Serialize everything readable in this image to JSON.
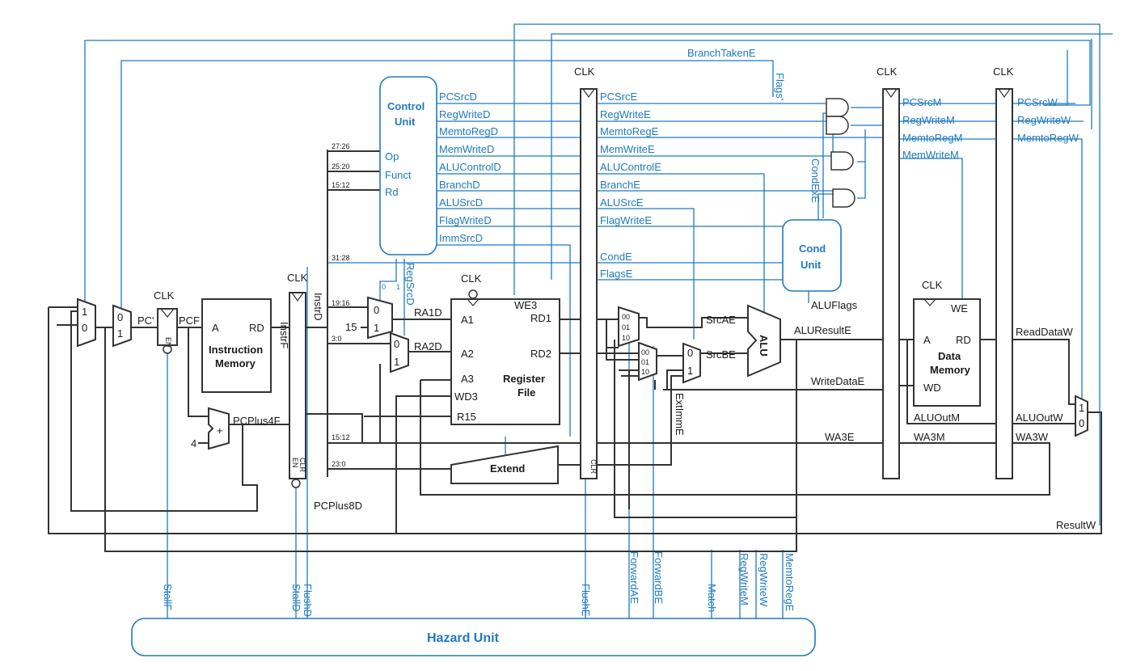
{
  "title": "",
  "clk": "CLK",
  "units": {
    "control": [
      "Control",
      "Unit"
    ],
    "cond": [
      "Cond",
      "Unit"
    ],
    "hazard": "Hazard Unit",
    "imem": [
      "Instruction",
      "Memory"
    ],
    "regfile": [
      "Register",
      "File"
    ],
    "dmem": [
      "Data",
      "Memory"
    ],
    "extend": "Extend",
    "alu": "ALU"
  },
  "control_inputs": [
    "Op",
    "Funct",
    "Rd"
  ],
  "instr_fields": [
    "27:26",
    "25:20",
    "15:12",
    "31:28",
    "19:16",
    "3:0",
    "15:12",
    "23:0"
  ],
  "decode_signals": [
    "PCSrcD",
    "RegWriteD",
    "MemtoRegD",
    "MemWriteD",
    "ALUControlD",
    "BranchD",
    "ALUSrcD",
    "FlagWriteD",
    "ImmSrcD"
  ],
  "execute_signals": [
    "PCSrcE",
    "RegWriteE",
    "MemtoRegE",
    "MemWriteE",
    "ALUControlE",
    "BranchE",
    "ALUSrcE",
    "FlagWriteE",
    "CondE",
    "FlagsE"
  ],
  "memory_signals": [
    "PCSrcM",
    "RegWriteM",
    "MemtoRegM",
    "MemWriteM"
  ],
  "writeback_signals": [
    "PCSrcW",
    "RegWriteW",
    "MemtoRegW"
  ],
  "regfile_ports": {
    "a1": "A1",
    "a2": "A2",
    "a3": "A3",
    "wd3": "WD3",
    "r15": "R15",
    "rd1": "RD1",
    "rd2": "RD2",
    "we3": "WE3"
  },
  "imem_ports": {
    "a": "A",
    "rd": "RD"
  },
  "dmem_ports": {
    "we": "WE",
    "a": "A",
    "rd": "RD",
    "wd": "WD"
  },
  "datapath_labels": {
    "pc_prime": "PC'",
    "pcf": "PCF",
    "instrf": "InstrF",
    "instrd": "InstrD",
    "ra1d": "RA1D",
    "ra2d": "RA2D",
    "pcplus4f": "PCPlus4F",
    "pcplus8d": "PCPlus8D",
    "const4": "4",
    "const15": "15",
    "srcae": "SrcAE",
    "srcbe": "SrcBE",
    "aluflags": "ALUFlags",
    "aluresulte": "ALUResultE",
    "writedatae": "WriteDataE",
    "wa3e": "WA3E",
    "wa3m": "WA3M",
    "wa3w": "WA3W",
    "aluoutm": "ALUOutM",
    "aluoutw": "ALUOutW",
    "readdataw": "ReadDataW",
    "resultw": "ResultW",
    "extimme": "ExtImmE",
    "branchtakene": "BranchTakenE",
    "flagsprime": "Flags'",
    "condexe": "CondExE",
    "regsrcd": "RegSrcD"
  },
  "mux_labels": {
    "zero": "0",
    "one": "1",
    "sel00": "00",
    "sel01": "01",
    "sel10": "10"
  },
  "reg_labels": {
    "en": "EN",
    "clr": "CLR",
    "plus": "+"
  },
  "hazard_signals": [
    "StallF",
    "StallD",
    "FlushD",
    "FlushE",
    "ForwardAE",
    "ForwardBE",
    "Match",
    "RegWriteM",
    "RegWriteW",
    "MemtoRegE"
  ],
  "colors": {
    "datapath": "#333333",
    "control": "#1f7ac0",
    "background": "#ffffff"
  }
}
